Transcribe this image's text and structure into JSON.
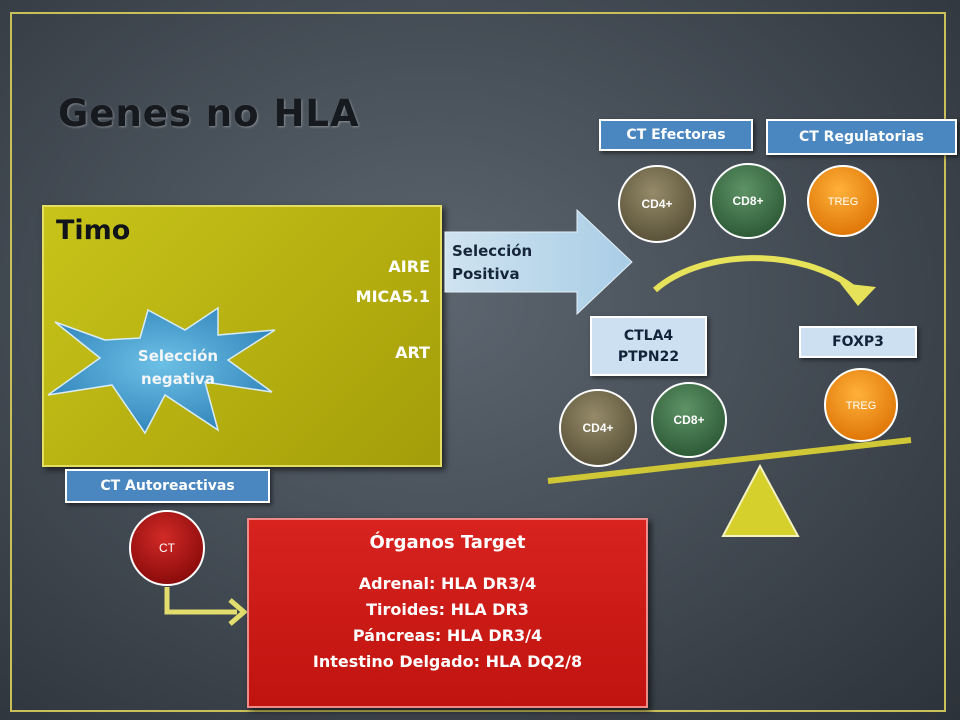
{
  "title": "Genes no HLA",
  "tags": {
    "efectoras": "CT  Efectoras",
    "regulatorias": "CT  Regulatorias",
    "autoreactivas": "CT  Autoreactivas",
    "ctla4": "CTLA4",
    "ptpn22": "PTPN22",
    "foxp3": "FOXP3"
  },
  "timo": {
    "title": "Timo",
    "genes": [
      "AIRE",
      "MICA5.1",
      "ART"
    ],
    "star_line1": "Selección",
    "star_line2": "negativa"
  },
  "arrow": {
    "line1": "Selección",
    "line2": "Positiva"
  },
  "cells": {
    "cd4": "CD4+",
    "cd8": "CD8+",
    "treg": "TREG",
    "ct": "CT"
  },
  "organos": {
    "title": "Órganos Target",
    "lines": [
      "Adrenal: HLA DR3/4",
      "Tiroides: HLA DR3",
      "Páncreas: HLA DR3/4",
      "Intestino Delgado: HLA DQ2/8"
    ]
  },
  "colors": {
    "timo_yellow": "#b8b314",
    "tag_blue": "#4a86c0",
    "organ_red": "#c8191a",
    "cd4_brown": "#6e6548",
    "cd8_green": "#3f6e48",
    "treg_orange": "#ee8a10",
    "ct_red": "#a50f10",
    "balance_yellow": "#cfc735"
  }
}
